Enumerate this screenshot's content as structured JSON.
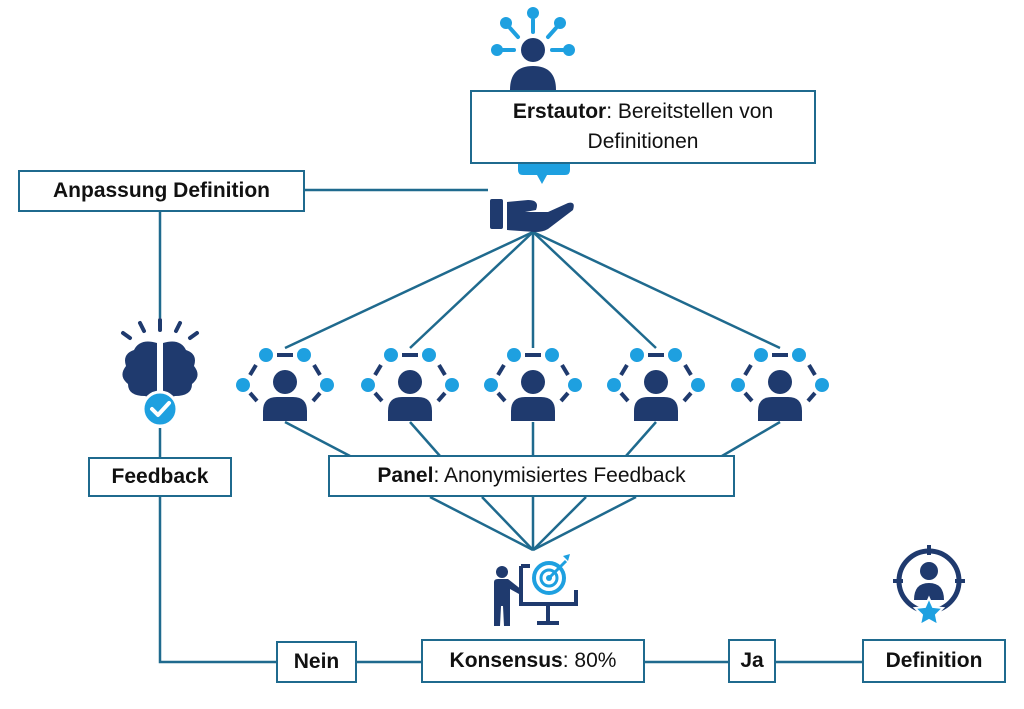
{
  "colors": {
    "line": "#1f6a8e",
    "dark_blue": "#1f3a6e",
    "light_blue": "#1ea0e0",
    "text": "#111111"
  },
  "nodes": {
    "erstautor": {
      "bold": "Erstautor",
      "rest": ": Bereitstellen von",
      "line2": "Definitionen"
    },
    "anpassung": {
      "label": "Anpassung Definition"
    },
    "feedback": {
      "label": "Feedback"
    },
    "panel": {
      "bold": "Panel",
      "rest": ": Anonymisiertes Feedback"
    },
    "konsensus": {
      "bold": "Konsensus",
      "rest": ": 80%"
    },
    "nein": {
      "label": "Nein"
    },
    "ja": {
      "label": "Ja"
    },
    "definition": {
      "label": "Definition"
    }
  },
  "icons": {
    "author": "network-person-icon",
    "offer": "hand-speech-bubble-icon",
    "brain": "brain-check-icon",
    "panel_members": [
      "panel-member-icon",
      "panel-member-icon",
      "panel-member-icon",
      "panel-member-icon",
      "panel-member-icon"
    ],
    "consensus": "presenter-target-icon",
    "definition": "target-person-star-icon"
  }
}
